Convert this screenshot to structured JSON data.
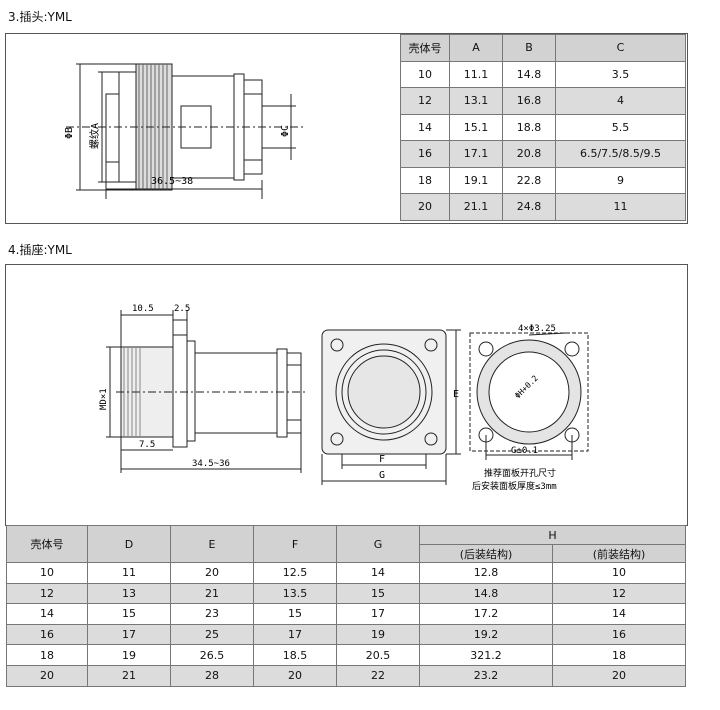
{
  "section1": {
    "title": "3.插头:YML",
    "drawing_labels": {
      "phi_b": "ΦB",
      "thread_a": "螺纹A",
      "phi_c": "ΦC",
      "length": "36.5~38"
    },
    "table": {
      "headers": [
        "壳体号",
        "A",
        "B",
        "C"
      ],
      "rows": [
        [
          "10",
          "11.1",
          "14.8",
          "3.5"
        ],
        [
          "12",
          "13.1",
          "16.8",
          "4"
        ],
        [
          "14",
          "15.1",
          "18.8",
          "5.5"
        ],
        [
          "16",
          "17.1",
          "20.8",
          "6.5/7.5/8.5/9.5"
        ],
        [
          "18",
          "19.1",
          "22.8",
          "9"
        ],
        [
          "20",
          "21.1",
          "24.8",
          "11"
        ]
      ]
    }
  },
  "section2": {
    "title": "4.插座:YML",
    "drawing_labels": {
      "dim_10_5": "10.5",
      "dim_2_5": "2.5",
      "md": "MD×1",
      "dim_7_5": "7.5",
      "length": "34.5~36",
      "e": "E",
      "f": "F",
      "g": "G",
      "holes": "4×Φ3.25",
      "g_tol": "G±0.1",
      "phi_h": "ΦH+0.2",
      "note_line1": "推荐面板开孔尺寸",
      "note_line2": "后安装面板厚度≤3mm"
    },
    "table": {
      "headers": [
        "壳体号",
        "D",
        "E",
        "F",
        "G",
        "H"
      ],
      "sub_headers": [
        "(后装结构)",
        "(前装结构)"
      ],
      "rows": [
        [
          "10",
          "11",
          "20",
          "12.5",
          "14",
          "12.8",
          "10"
        ],
        [
          "12",
          "13",
          "21",
          "13.5",
          "15",
          "14.8",
          "12"
        ],
        [
          "14",
          "15",
          "23",
          "15",
          "17",
          "17.2",
          "14"
        ],
        [
          "16",
          "17",
          "25",
          "17",
          "19",
          "19.2",
          "16"
        ],
        [
          "18",
          "19",
          "26.5",
          "18.5",
          "20.5",
          "321.2",
          "18"
        ],
        [
          "20",
          "21",
          "28",
          "20",
          "22",
          "23.2",
          "20"
        ]
      ]
    }
  }
}
